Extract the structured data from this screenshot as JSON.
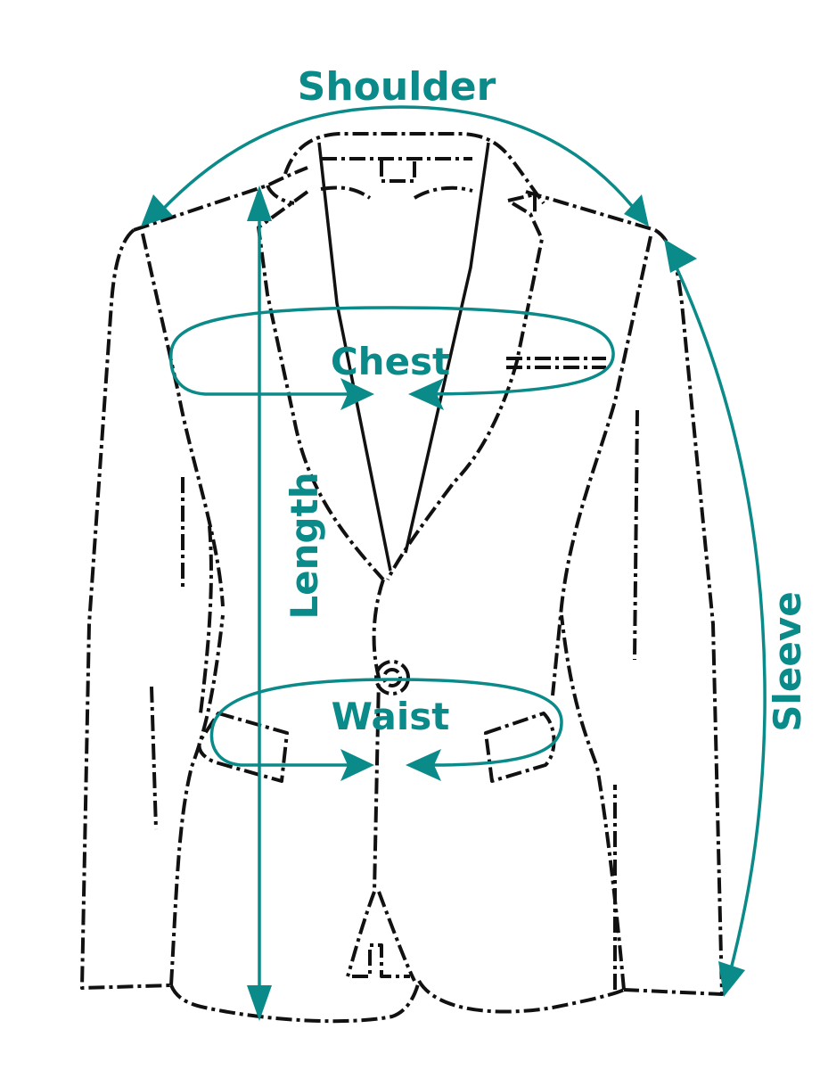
{
  "colors": {
    "measure_accent": "#0b8a8a",
    "outline": "#111111",
    "background": "#ffffff"
  },
  "labels": {
    "shoulder": "Shoulder",
    "chest": "Chest",
    "length": "Length",
    "waist": "Waist",
    "sleeve": "Sleeve"
  }
}
